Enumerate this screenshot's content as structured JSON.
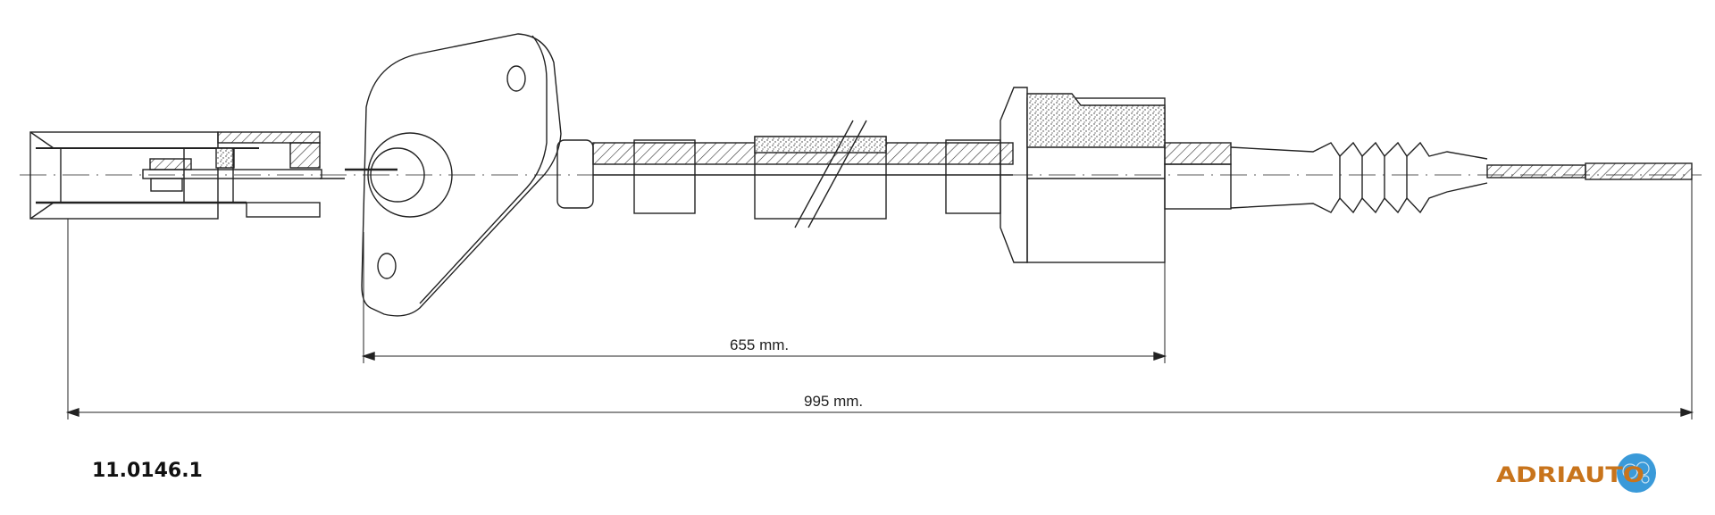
{
  "part_number": "11.0146.1",
  "brand": "ADRIAUTO",
  "dimensions": [
    {
      "label": "655 mm.",
      "value_mm": 655
    },
    {
      "label": "995 mm.",
      "value_mm": 995
    }
  ],
  "colors": {
    "line": "#222222",
    "brand_orange": "#c8741c",
    "brand_blue": "#3a9ad9"
  }
}
